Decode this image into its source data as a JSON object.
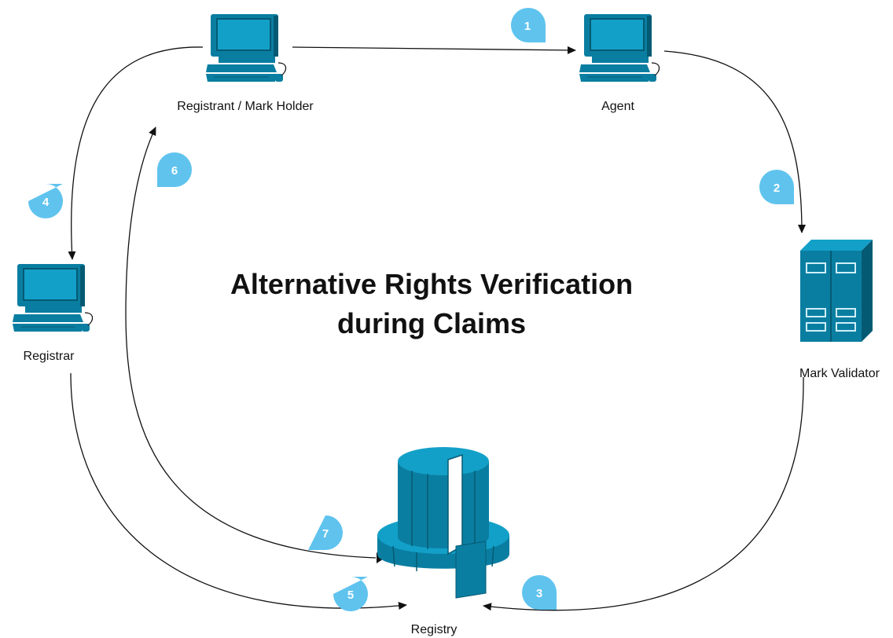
{
  "title": {
    "line1": "Alternative Rights Verification",
    "line2": "during Claims"
  },
  "nodes": {
    "registrant": {
      "label": "Registrant / Mark Holder",
      "icon": "computer-icon"
    },
    "agent": {
      "label": "Agent",
      "icon": "computer-icon"
    },
    "registrar": {
      "label": "Registrar",
      "icon": "computer-icon"
    },
    "mark_validator": {
      "label": "Mark Validator",
      "icon": "server-cabinet-icon"
    },
    "registry": {
      "label": "Registry",
      "icon": "database-cylinder-icon"
    }
  },
  "steps": [
    "1",
    "2",
    "3",
    "4",
    "5",
    "6",
    "7"
  ],
  "colors": {
    "icon_fill": "#0a7ea1",
    "icon_dark": "#055a73",
    "badge_fill": "#5fc3ee",
    "arrow": "#111111",
    "text": "#111111"
  }
}
